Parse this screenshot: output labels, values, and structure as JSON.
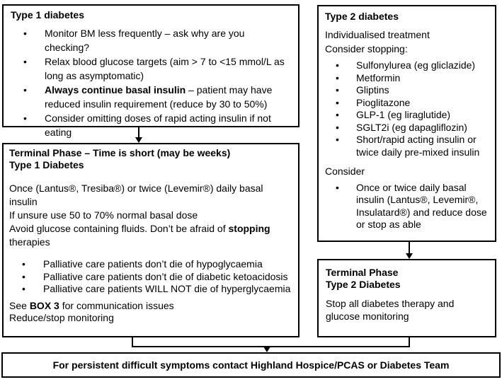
{
  "page": {
    "background": "#ffffff",
    "line_color": "#000000",
    "text_color": "#000000"
  },
  "box_type1": {
    "title": "Type 1 diabetes",
    "bullet1": "Monitor BM less frequently – ask why are you checking?",
    "bullet2": "Relax blood glucose targets (aim > 7 to <15 mmol/L as long as asymptomatic)",
    "bullet3_bold": "Always continue basal insulin",
    "bullet3_rest": " – patient may have reduced insulin requirement (reduce by 30 to 50%)",
    "bullet4": "Consider omitting doses of rapid acting insulin if not eating"
  },
  "box_terminal_type1": {
    "title_line1": "Terminal Phase – Time is short (may be weeks)",
    "title_line2": "Type 1 Diabetes",
    "para1": "Once (Lantus®, Tresiba®) or twice (Levemir®) daily basal insulin",
    "para2": "If unsure use 50 to 70% normal basal dose",
    "para3_pre": "Avoid glucose containing fluids. Don’t be afraid of ",
    "para3_bold": "stopping",
    "para3_post": " therapies",
    "bullet1": "Palliative care patients don’t die of hypoglycaemia",
    "bullet2": "Palliative care patients don’t die of diabetic ketoacidosis",
    "bullet3": "Palliative care patients WILL NOT die of hyperglycaemia",
    "note_pre": "See ",
    "note_bold": "BOX 3",
    "note_post": " for communication issues",
    "note_line2": "Reduce/stop monitoring"
  },
  "box_type2": {
    "title": "Type 2 diabetes",
    "intro_line1": "Individualised treatment",
    "intro_line2": "Consider stopping:",
    "bullets": [
      "Sulfonylurea (eg gliclazide)",
      "Metformin",
      "Gliptins",
      "Pioglitazone",
      "GLP-1 (eg liraglutide)",
      "SGLT2i (eg dapagliflozin)",
      "Short/rapid acting insulin or twice daily pre-mixed insulin"
    ],
    "consider_label": "Consider",
    "consider_bullet": "Once or twice daily basal insulin (Lantus®, Levemir®, Insulatard®) and reduce dose or stop as able"
  },
  "box_terminal_type2": {
    "title_line1": "Terminal Phase",
    "title_line2": "Type 2 Diabetes",
    "body": "Stop all diabetes therapy and glucose monitoring"
  },
  "footer_banner": {
    "text": "For persistent difficult symptoms contact Highland Hospice/PCAS or Diabetes Team"
  }
}
